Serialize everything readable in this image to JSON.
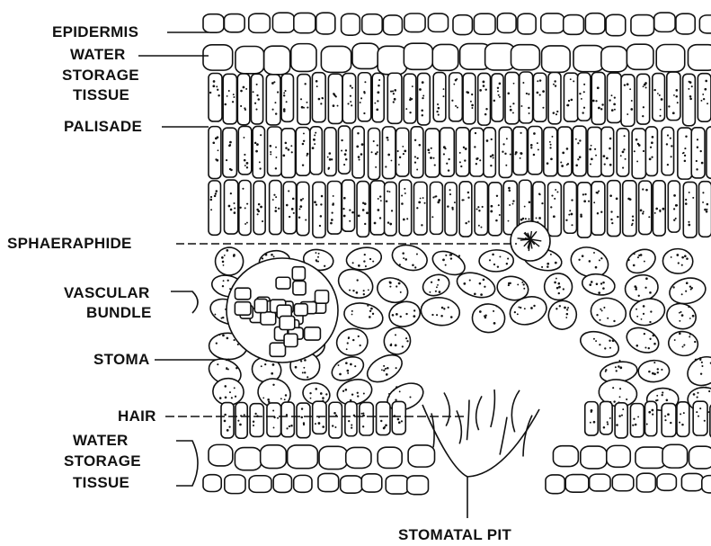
{
  "figure": {
    "labels_left": [
      {
        "id": "epidermis",
        "lines": [
          "EPIDERMIS"
        ]
      },
      {
        "id": "water-storage-top",
        "lines": [
          "WATER",
          "STORAGE",
          "TISSUE"
        ]
      },
      {
        "id": "palisade",
        "lines": [
          "PALISADE"
        ]
      },
      {
        "id": "sphaeraphide",
        "lines": [
          "SPHAERAPHIDE"
        ]
      },
      {
        "id": "vascular-bundle",
        "lines": [
          "VASCULAR",
          "BUNDLE"
        ]
      },
      {
        "id": "stoma",
        "lines": [
          "STOMA"
        ]
      },
      {
        "id": "hair",
        "lines": [
          "HAIR"
        ]
      },
      {
        "id": "water-storage-bottom",
        "lines": [
          "WATER",
          "STORAGE",
          "TISSUE"
        ]
      }
    ],
    "label_bottom": "STOMATAL PIT"
  }
}
